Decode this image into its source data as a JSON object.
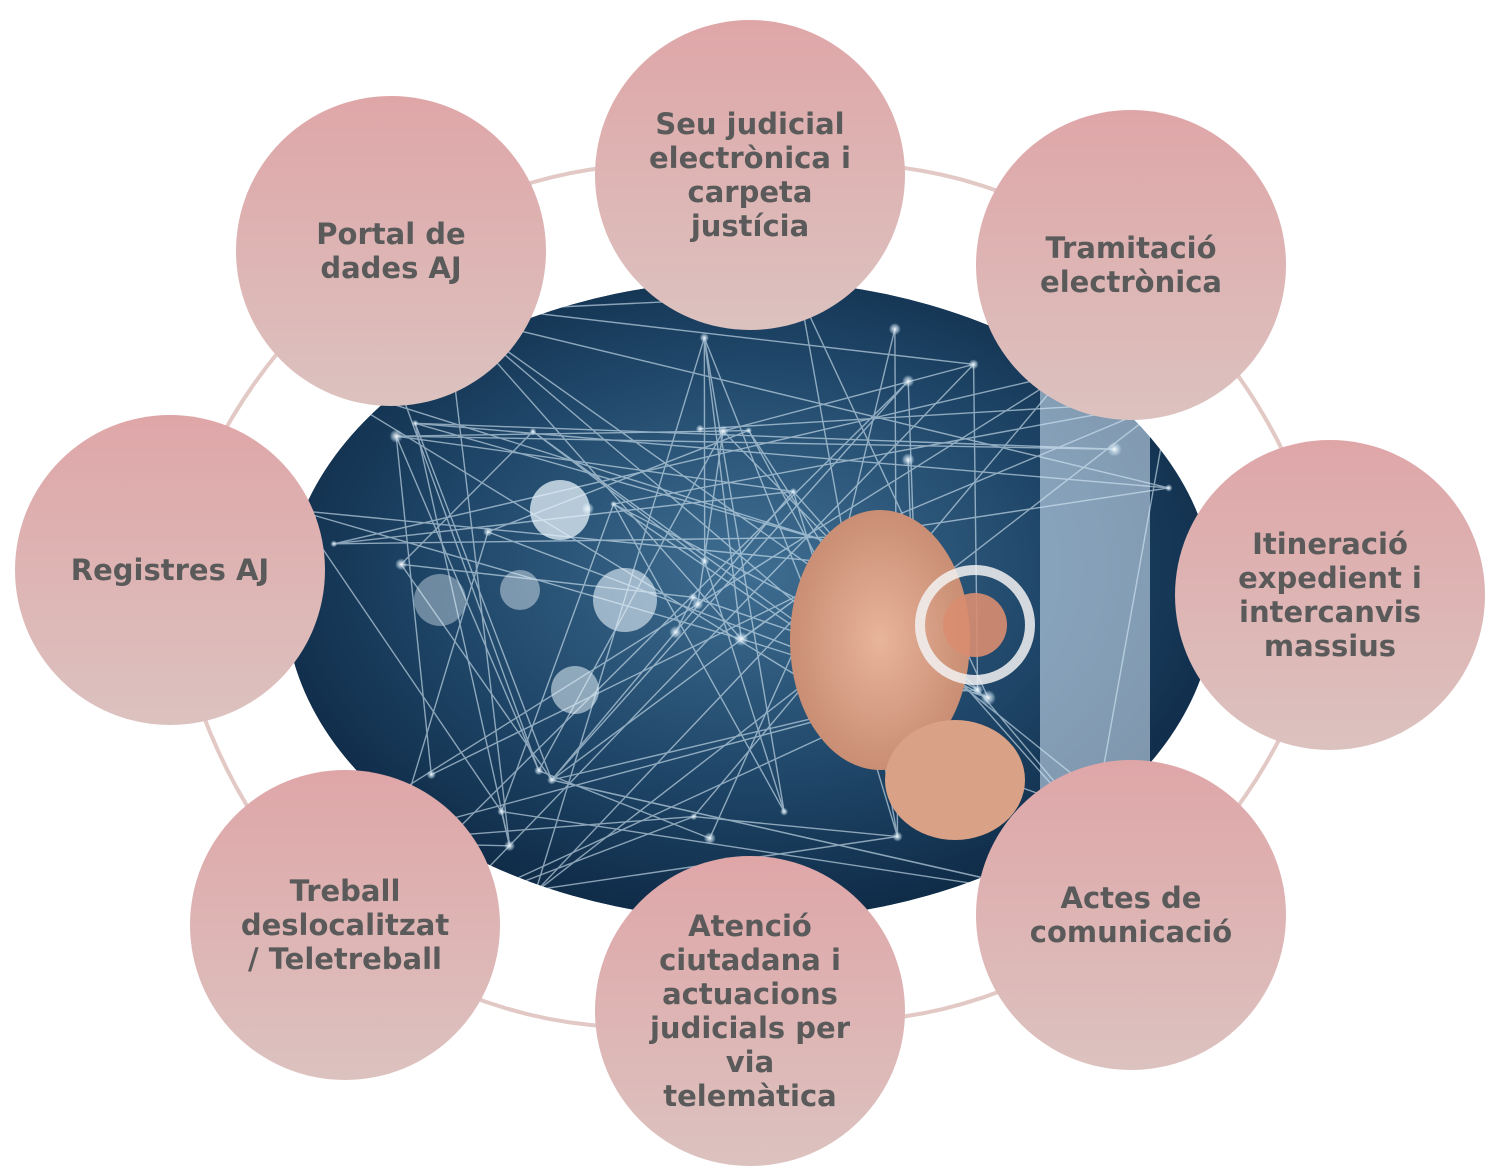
{
  "diagram": {
    "type": "cycle",
    "colors": {
      "node_fill_top": "#dfa6a8",
      "node_fill_bottom": "#dcc2bf",
      "connector": "#e2c9c5",
      "node_text": "#5a5a5a",
      "network_dark": "#0e2a45",
      "network_light": "#cfe6f5"
    },
    "center_image": "digital-network-with-hand-pointing",
    "nodes": [
      {
        "id": "seu-judicial",
        "label": "Seu judicial\nelectrònica i\ncarpeta\njustícia"
      },
      {
        "id": "tramitacio",
        "label": "Tramitació\nelectrònica"
      },
      {
        "id": "itineracio",
        "label": "Itineració\nexpedient i\nintercanvis\nmassius"
      },
      {
        "id": "actes",
        "label": "Actes de\ncomunicació"
      },
      {
        "id": "atencio",
        "label": "Atenció\nciutadana i\nactuacions\njudicials per\nvia\ntelemàtica"
      },
      {
        "id": "treball",
        "label": "Treball\ndeslocalitzat\n/ Teletreball"
      },
      {
        "id": "registres",
        "label": "Registres AJ"
      },
      {
        "id": "portal",
        "label": "Portal de\ndades AJ"
      }
    ]
  }
}
